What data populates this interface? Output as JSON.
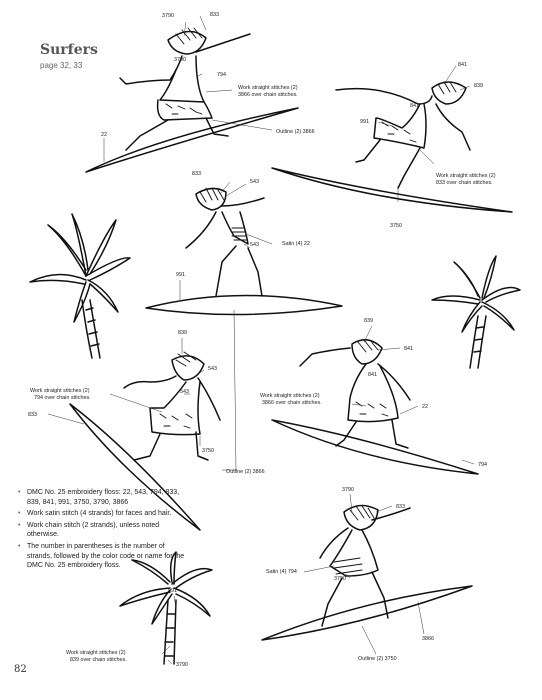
{
  "page": {
    "title": "Surfers",
    "subtitle": "page 32, 33",
    "page_number": "82"
  },
  "notes": [
    "DMC No. 25 embroidery floss: 22, 543, 794, 833, 839, 841, 991, 3750, 3790, 3866",
    "Work satin stitch (4 strands) for faces and hair.",
    "Work chain stitch (2 strands), unless noted otherwise.",
    "The number in parentheses is the number of strands, followed by the color code or name for the DMC No. 25 embroidery floss."
  ],
  "labels": {
    "s1_3790_top": "3790",
    "s1_833": "833",
    "s1_3790_mid": "3790",
    "s1_794": "794",
    "s1_ws_a": "Work straight stitches (2)",
    "s1_ws_b": "3866 over chain stitches.",
    "s1_22": "22",
    "s1_outline": "Outline (2) 3866",
    "s2_841_top": "841",
    "s2_839": "839",
    "s2_841_mid": "841",
    "s2_991": "991",
    "s2_ws_a": "Work straight stitches (2)",
    "s2_ws_b": "833 over chain stitches.",
    "s2_3750": "3750",
    "s3_833": "833",
    "s3_543": "543",
    "s3_satin": "Satin (4) 22",
    "s3_543b": "543",
    "s3_991": "991",
    "s4_839": "839",
    "s4_543": "543",
    "s4_543b": "543",
    "s4_ws_a": "Work straight stitches (2)",
    "s4_ws_b": "794 over chain stitches.",
    "s4_833": "833",
    "s4_3750": "3750",
    "s4_outline": "Outline (2) 3866",
    "s5_839": "839",
    "s5_841_top": "841",
    "s5_841_mid": "841",
    "s5_ws_a": "Work straight stitches (2)",
    "s5_ws_b": "3866 over chain stitches.",
    "s5_22": "22",
    "s5_794": "794",
    "s6_3790_top": "3790",
    "s6_833": "833",
    "s6_satin": "Satin (4) 794",
    "s6_3790": "3790",
    "s6_3866": "3866",
    "s6_outline": "Outline (2) 3750",
    "palm_991": "991",
    "palm_ws_a": "Work straight stitches (2)",
    "palm_ws_b": "839 over chain stitches.",
    "palm_3790": "3790"
  }
}
